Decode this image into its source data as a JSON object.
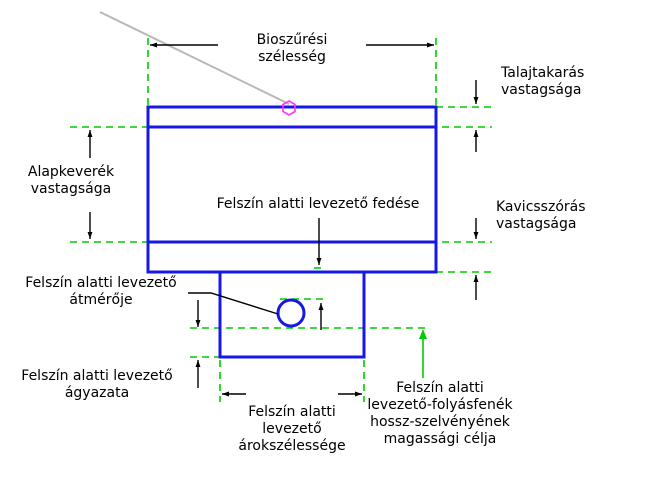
{
  "colors": {
    "structure": "#1818e6",
    "guide": "#00cc00",
    "dimension": "#000000",
    "marker": "#ff33ff",
    "leader": "#b8b8b8",
    "background": "#ffffff"
  },
  "labels": {
    "biofilter_width": [
      "Bioszűrési",
      "szélesség"
    ],
    "topsoil_thickness": [
      "Talajtakarás",
      "vastagsága"
    ],
    "base_mix_thickness": [
      "Alapkeverék",
      "vastagsága"
    ],
    "underdrain_cover": [
      "Felszín alatti levezető fedése"
    ],
    "gravel_thickness": [
      "Kavicsszórás",
      "vastagsága"
    ],
    "underdrain_diameter": [
      "Felszín alatti levezető",
      "átmérője"
    ],
    "underdrain_bedding": [
      "Felszín alatti levezető",
      "ágyazata"
    ],
    "trench_width": [
      "Felszín alatti",
      "levezető",
      "árokszélessége"
    ],
    "invert_target": [
      "Felszín alatti",
      "levezető-folyásfenék",
      "hossz-szelvényének",
      "magassági célja"
    ]
  }
}
